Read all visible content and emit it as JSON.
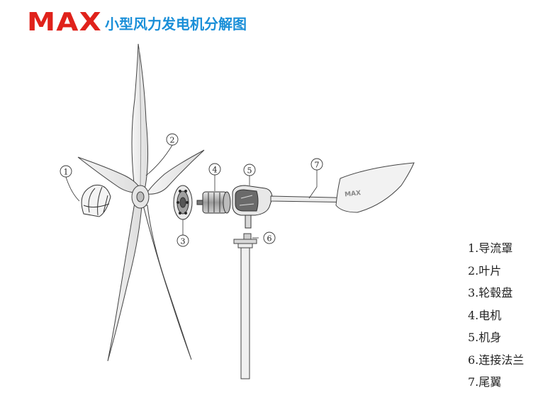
{
  "header": {
    "logo": "MAX",
    "title": "小型风力发电机分解图"
  },
  "diagram": {
    "callouts": [
      "1",
      "2",
      "3",
      "4",
      "5",
      "6",
      "7"
    ],
    "tail_logo": "MAX"
  },
  "legend": {
    "items": [
      {
        "num": "1.",
        "label": "导流罩"
      },
      {
        "num": "2.",
        "label": "叶片"
      },
      {
        "num": "3.",
        "label": "轮毂盘"
      },
      {
        "num": "4.",
        "label": "电机"
      },
      {
        "num": "5.",
        "label": "机身"
      },
      {
        "num": "6.",
        "label": "连接法兰"
      },
      {
        "num": "7.",
        "label": "尾翼"
      }
    ]
  },
  "colors": {
    "brand_red": "#e0221b",
    "title_blue": "#1a8fd8",
    "line": "#333333"
  }
}
